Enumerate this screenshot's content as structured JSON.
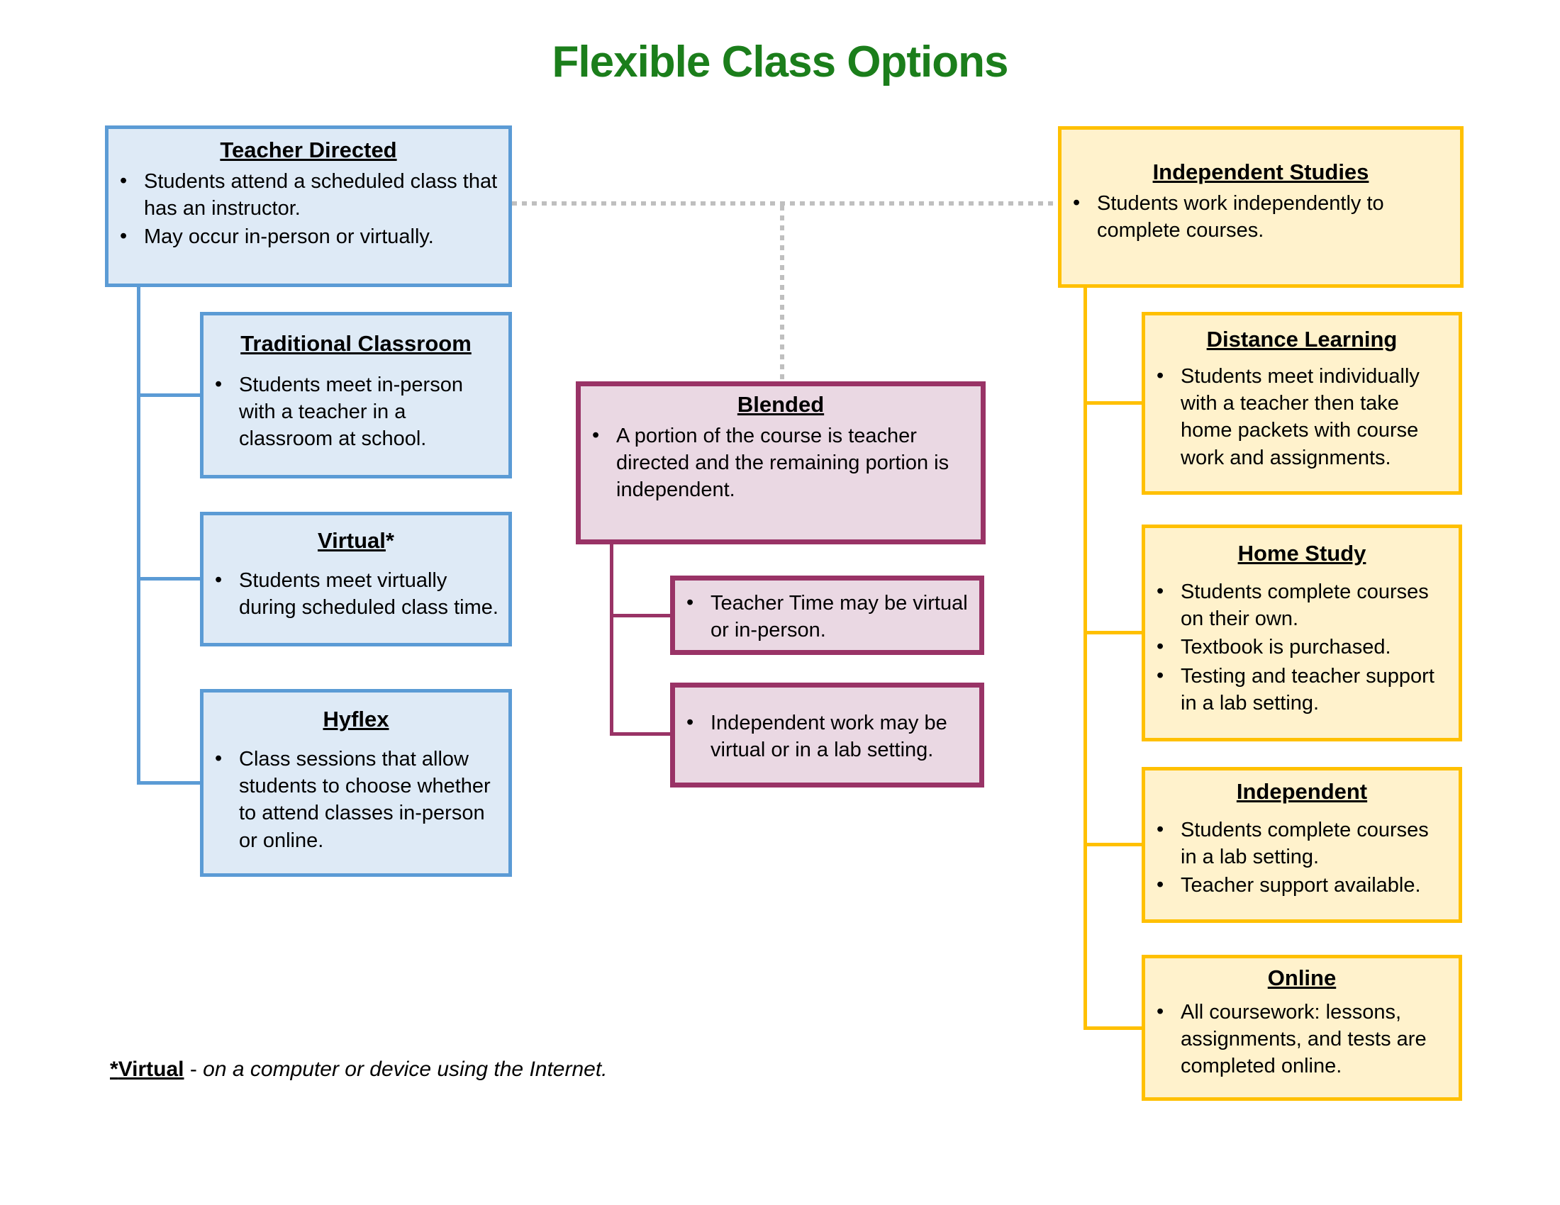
{
  "title": {
    "text": "Flexible Class Options",
    "color": "#1B7E1B"
  },
  "colors": {
    "teacher_directed_border": "#5B9BD5",
    "teacher_directed_fill": "#DEEAF6",
    "blended_border": "#993366",
    "blended_fill": "#EAD8E3",
    "independent_studies_border": "#FFC000",
    "independent_studies_fill": "#FFF2CC",
    "dotted_connector": "#BFBFBF"
  },
  "boxes": {
    "teacher_directed": {
      "title": "Teacher Directed",
      "bullets": [
        "Students attend a scheduled class that has an instructor.",
        "May occur in-person or virtually."
      ]
    },
    "traditional_classroom": {
      "title": "Traditional Classroom",
      "bullets": [
        "Students meet in-person with a teacher in a classroom at school."
      ]
    },
    "virtual": {
      "title": "Virtual",
      "title_suffix": "*",
      "bullets": [
        "Students meet virtually during scheduled class time."
      ]
    },
    "hyflex": {
      "title": "Hyflex",
      "bullets": [
        "Class sessions that allow students to choose whether to attend classes in-person or online."
      ]
    },
    "blended": {
      "title": "Blended",
      "bullets": [
        "A portion of the course is teacher directed and the remaining portion is independent."
      ]
    },
    "teacher_time": {
      "bullets": [
        "Teacher Time may be virtual or in-person."
      ]
    },
    "independent_work": {
      "bullets": [
        "Independent work may be virtual or in a lab setting."
      ]
    },
    "independent_studies": {
      "title": "Independent Studies",
      "bullets": [
        "Students work independently to complete courses."
      ]
    },
    "distance_learning": {
      "title": "Distance Learning",
      "bullets": [
        "Students meet individually with a teacher then take home packets with course work and assignments."
      ]
    },
    "home_study": {
      "title": "Home Study",
      "bullets": [
        "Students complete courses on their own.",
        "Textbook is purchased.",
        "Testing and teacher support in a lab setting."
      ]
    },
    "independent": {
      "title": "Independent",
      "bullets": [
        "Students complete courses in a lab setting.",
        "Teacher support available."
      ]
    },
    "online": {
      "title": "Online",
      "bullets": [
        "All coursework: lessons, assignments, and tests are completed online."
      ]
    }
  },
  "footnote": {
    "asterisk": "*",
    "term": "Virtual",
    "dash": " - ",
    "definition": "on a computer or device using the Internet."
  }
}
